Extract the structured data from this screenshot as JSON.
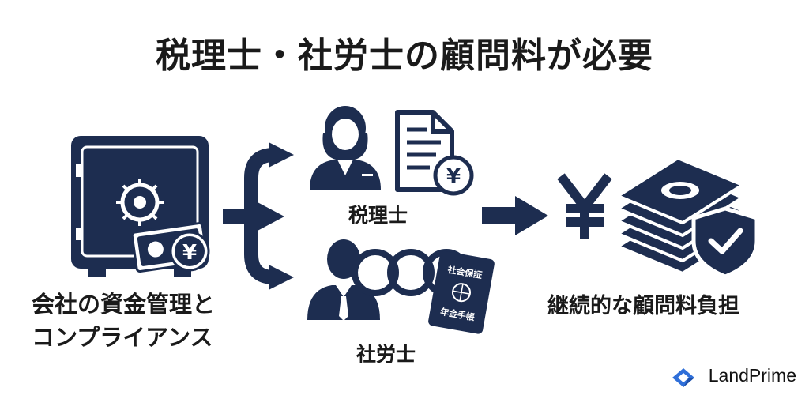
{
  "title": "税理士・社労士の顧問料が必要",
  "labels": {
    "company_line1": "会社の資金管理と",
    "company_line2": "コンプライアンス",
    "tax_accountant": "税理士",
    "labor_consultant": "社労士",
    "ongoing_fee": "継続的な顧問料負担"
  },
  "icon_texts": {
    "yen_symbol": "¥",
    "passbook_line1": "社会保証",
    "passbook_line2": "年金手帳"
  },
  "brand": {
    "name": "LandPrime"
  },
  "colors": {
    "navy": "#1d2d50",
    "brand_blue": "#2f6fd9",
    "text": "#1a1a1a"
  }
}
